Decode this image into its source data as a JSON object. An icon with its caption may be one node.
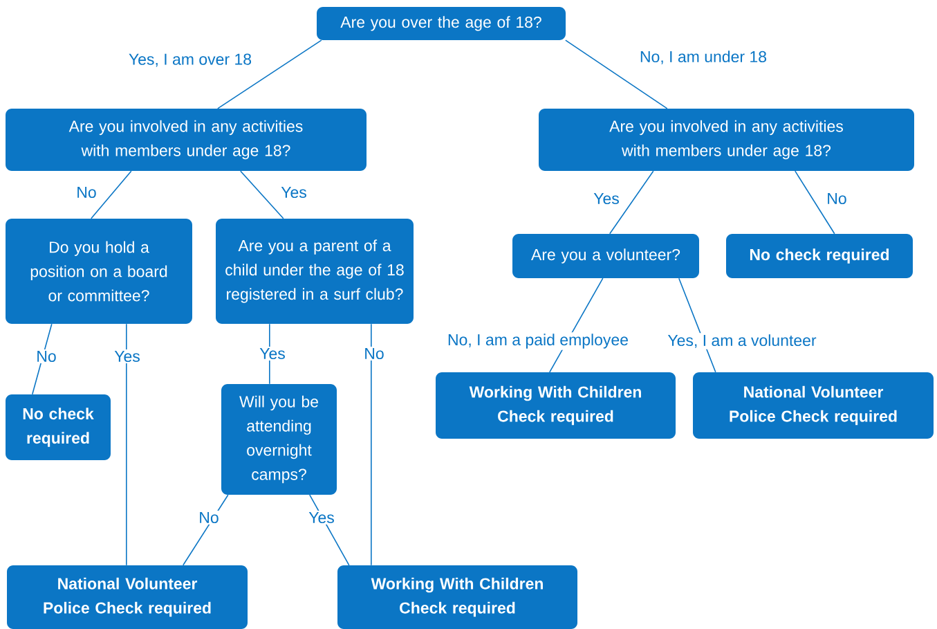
{
  "diagram": {
    "nodes": [
      {
        "text": [
          "Are you over the age of 18?"
        ]
      },
      {
        "text": [
          "Are you involved in any activities with members under age 18?"
        ]
      },
      {
        "text": [
          "Are you involved in any activities with members under age 18?"
        ]
      },
      {
        "text": [
          "Do you hold a position on a board or committee?"
        ]
      },
      {
        "text": [
          "Are you a parent of a child under the age of 18 registered in a surf club?"
        ]
      },
      {
        "text": [
          "Are you a volunteer?"
        ]
      },
      {
        "text": [
          "No check required"
        ]
      },
      {
        "text": [
          "No check required"
        ]
      },
      {
        "text": [
          "Will you be attending overnight camps?"
        ]
      },
      {
        "text": [
          "Working With Children Check required"
        ]
      },
      {
        "text": [
          "National Volunteer Police Check required"
        ]
      },
      {
        "text": [
          "National Volunteer Police Check required"
        ]
      },
      {
        "text": [
          "Working With Children Check required"
        ]
      }
    ],
    "edges": [
      {
        "from": 0,
        "to": 1,
        "arrow": "none",
        "label": "Yes, I am over 18"
      },
      {
        "from": 0,
        "to": 2,
        "arrow": "none",
        "label": "No, I am under 18"
      },
      {
        "from": 1,
        "to": 3,
        "arrow": "none",
        "label": "No"
      },
      {
        "from": 1,
        "to": 4,
        "arrow": "none",
        "label": "Yes"
      },
      {
        "from": 2,
        "to": 5,
        "arrow": "none",
        "label": "Yes"
      },
      {
        "from": 2,
        "to": 6,
        "arrow": "none",
        "label": "No"
      },
      {
        "from": 3,
        "to": 7,
        "arrow": "none",
        "label": "No"
      },
      {
        "from": 3,
        "to": 11,
        "arrow": "none",
        "label": "Yes"
      },
      {
        "from": 4,
        "to": 8,
        "arrow": "none",
        "label": "Yes"
      },
      {
        "from": 4,
        "to": 12,
        "arrow": "none",
        "label": "No"
      },
      {
        "from": 5,
        "to": 9,
        "arrow": "none",
        "label": "No, I am a paid employee"
      },
      {
        "from": 5,
        "to": 10,
        "arrow": "none",
        "label": "Yes, I am a volunteer"
      },
      {
        "from": 8,
        "to": 11,
        "arrow": "none",
        "label": "No"
      },
      {
        "from": 8,
        "to": 12,
        "arrow": "none",
        "label": "Yes"
      }
    ]
  }
}
